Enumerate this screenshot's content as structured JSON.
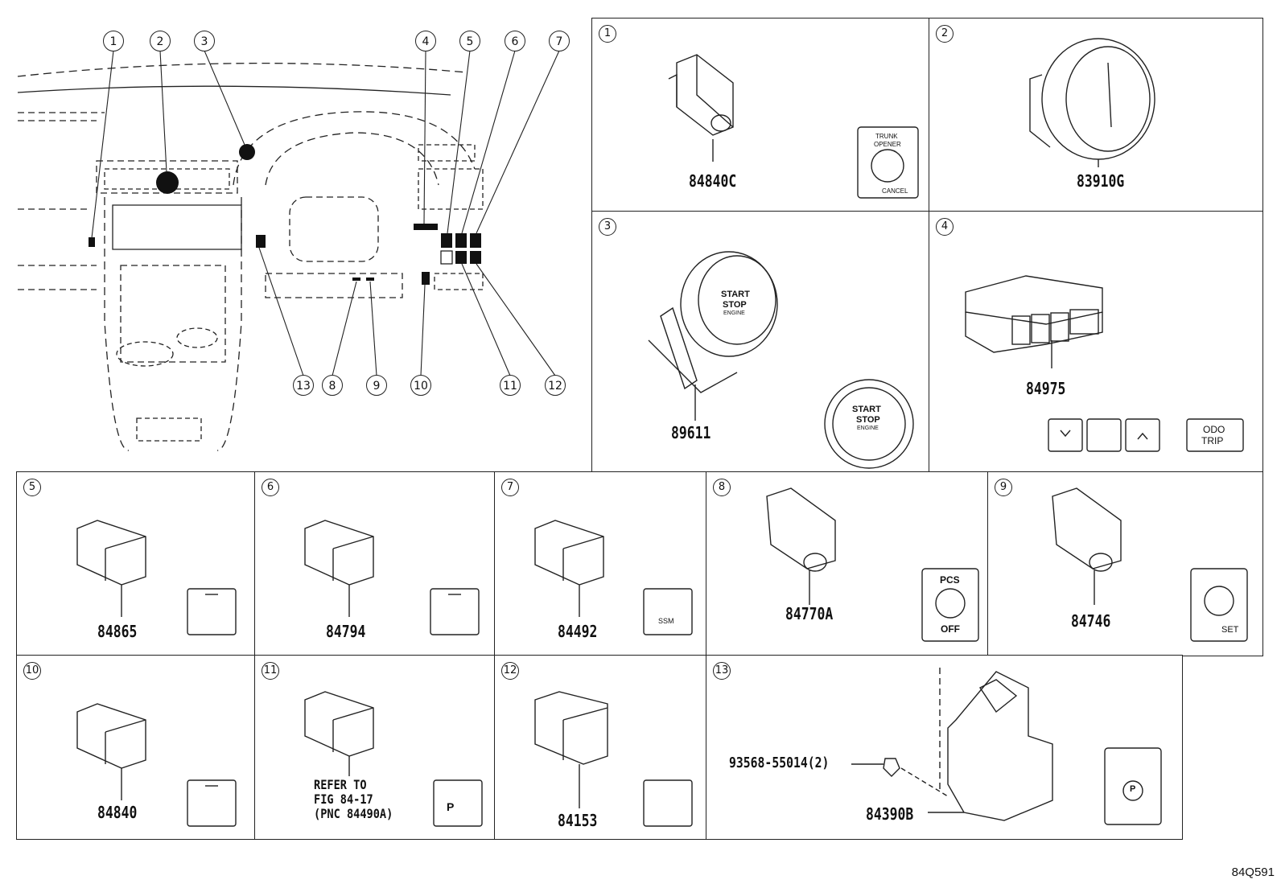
{
  "figure_code": "84Q591",
  "overview": {
    "callouts": [
      "1",
      "2",
      "3",
      "4",
      "5",
      "6",
      "7",
      "8",
      "9",
      "10",
      "11",
      "12",
      "13"
    ]
  },
  "panels": [
    {
      "n": "1",
      "part": "84840C",
      "switch_text": [
        "TRUNK",
        "OPENER",
        "CANCEL"
      ]
    },
    {
      "n": "2",
      "part": "83910G"
    },
    {
      "n": "3",
      "part": "89611",
      "switch_text": [
        "START",
        "STOP",
        "ENGINE"
      ]
    },
    {
      "n": "4",
      "part": "84975",
      "switch_text": [
        "ODO",
        "TRIP"
      ]
    },
    {
      "n": "5",
      "part": "84865"
    },
    {
      "n": "6",
      "part": "84794"
    },
    {
      "n": "7",
      "part": "84492",
      "switch_text": [
        "SSM"
      ]
    },
    {
      "n": "8",
      "part": "84770A",
      "switch_text": [
        "PCS",
        "OFF"
      ]
    },
    {
      "n": "9",
      "part": "84746",
      "switch_text": [
        "SET"
      ]
    },
    {
      "n": "10",
      "part": "84840"
    },
    {
      "n": "11",
      "part": "",
      "note": "REFER TO\nFIG 84-17\n(PNC 84490A)",
      "switch_text": [
        "P"
      ]
    },
    {
      "n": "12",
      "part": "84153"
    },
    {
      "n": "13",
      "part": "84390B",
      "bolt": "93568-55014(2)",
      "switch_text": [
        "P"
      ]
    }
  ]
}
